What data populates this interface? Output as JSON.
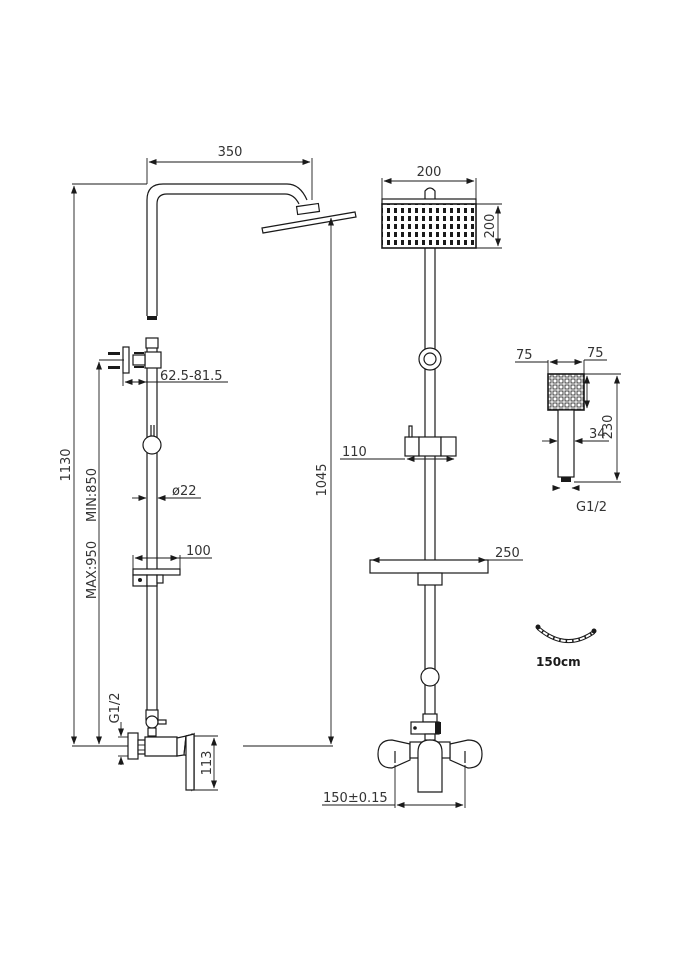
{
  "drawing": {
    "title": "Shower column technical drawing",
    "colors": {
      "line": "#1a1a1a",
      "text": "#333333",
      "background": "#ffffff"
    }
  },
  "side_view": {
    "arm_reach": "350",
    "total_height": "1130",
    "head_height": "1045",
    "wall_connection": "62.5-81.5",
    "pipe_diameter": "ø22",
    "holder_width": "100",
    "min_height": "MIN:850",
    "max_height": "MAX:950",
    "inlet_thread": "G1/2",
    "mixer_height": "113"
  },
  "front_view": {
    "head_width": "200",
    "head_depth": "200",
    "handset_holder_width": "110",
    "shelf_width": "250",
    "inlet_spacing": "150±0.15"
  },
  "hand_shower": {
    "head_width": "75",
    "head_depth": "75",
    "length": "230",
    "handle_width": "34",
    "thread": "G1/2"
  },
  "hose": {
    "length": "150cm"
  }
}
